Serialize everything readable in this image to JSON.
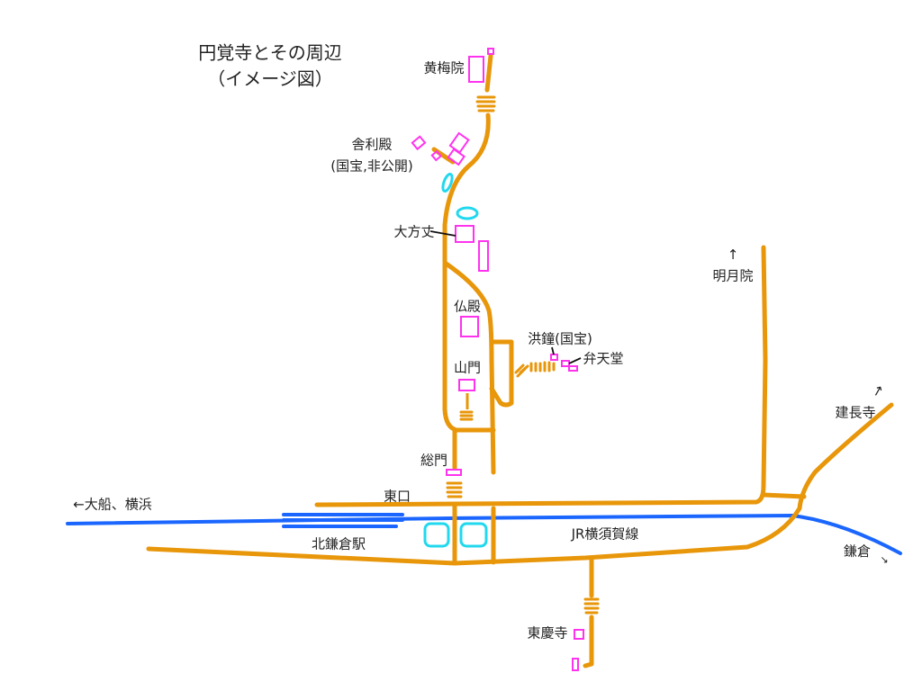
{
  "title": {
    "line1": "円覚寺とその周辺",
    "line2": "（イメージ図）"
  },
  "labels": {
    "obaiin": "黄梅院",
    "shariden": "舎利殿",
    "shariden_note": "(国宝,非公開)",
    "daihojo": "大方丈",
    "meigetsuin_arrow": "↑",
    "meigetsuin": "明月院",
    "butsuden": "仏殿",
    "sanmon": "山門",
    "somon": "総門",
    "kosho": "洪鐘(国宝)",
    "bentendo": "弁天堂",
    "kenchoji_arrow": "↑",
    "kenchoji": "建長寺",
    "ofuna": "←大船、横浜",
    "higashiguchi": "東口",
    "kitakamakura_station": "北鎌倉駅",
    "jr_line": "JR横須賀線",
    "kamakura": "鎌倉",
    "kamakura_arrow": "↘",
    "tokeiji": "東慶寺"
  },
  "colors": {
    "road": "#e8960a",
    "building": "#ff33ee",
    "pond": "#22d8ee",
    "railway": "#1a66ff"
  }
}
